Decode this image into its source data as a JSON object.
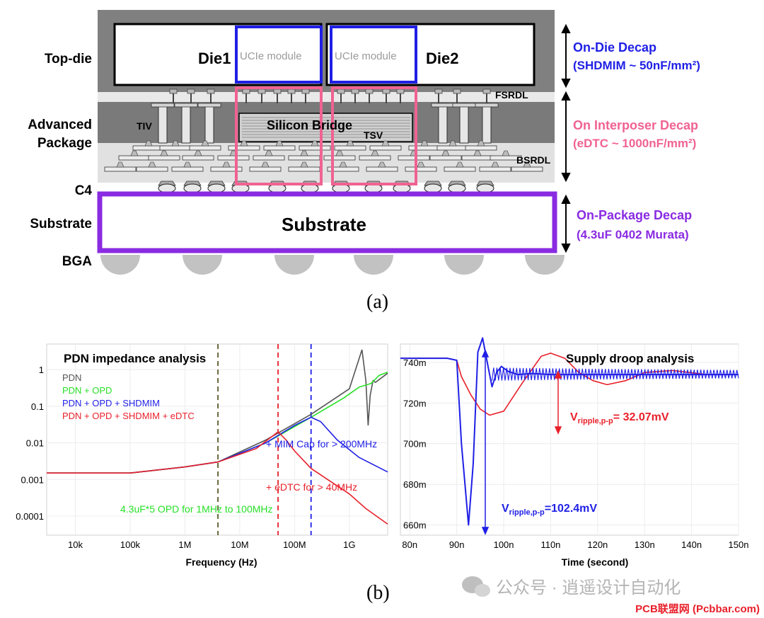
{
  "colors": {
    "blue": "#1f1fe6",
    "pink": "#f06292",
    "purple": "#8a2be2",
    "red": "#e8202a",
    "green": "#26e026",
    "olive": "#5a5a2a",
    "grey_pkg": "#7d7d7d",
    "light_pkg": "#d8d8d8"
  },
  "panel_a": {
    "caption": "(a)",
    "layers": {
      "top_die": "Top-die",
      "advanced_package": [
        "Advanced",
        "Package"
      ],
      "c4": "C4",
      "substrate": "Substrate",
      "bga": "BGA"
    },
    "die1": "Die1",
    "die2": "Die2",
    "ucie1": "UCIe module",
    "ucie2": "UCIe module",
    "silicon_bridge": "Silicon Bridge",
    "tiv": "TIV",
    "tsv": "TSV",
    "fsrdl": "FSRDL",
    "bsrdl": "BSRDL",
    "substrate_box": "Substrate",
    "decap": {
      "on_die": [
        "On-Die Decap",
        "(SHDMIM ~ 50nF/mm²)"
      ],
      "interposer": [
        "On Interposer Decap",
        "(eDTC ~ 1000nF/mm²)"
      ],
      "package": [
        "On-Package Decap",
        "(4.3uF 0402 Murata)"
      ]
    }
  },
  "panel_b": {
    "caption": "(b)",
    "watermark": "公众号 · 逍遥设计自动化",
    "site_tag": "PCB联盟网 (Pcbbar.com)"
  },
  "chart_data": [
    {
      "type": "line",
      "title": "PDN impedance analysis",
      "xlabel": "Frequency (Hz)",
      "ylabel": "",
      "xscale": "log",
      "yscale": "log",
      "xlim": [
        3000,
        5000000000
      ],
      "ylim": [
        3e-05,
        5
      ],
      "xticks": [
        "10k",
        "100k",
        "1M",
        "10M",
        "100M",
        "1G"
      ],
      "yticks": [
        "1",
        "0.1",
        "0.01",
        "0.001",
        "0.0001"
      ],
      "legend": [
        "PDN",
        "PDN + OPD",
        "PDN + OPD + SHDMIM",
        "PDN + OPD + SHDMIM + eDTC"
      ],
      "vlines": [
        {
          "x": 4000000,
          "color": "olive"
        },
        {
          "x": 50000000,
          "color": "red"
        },
        {
          "x": 200000000,
          "color": "blue"
        }
      ],
      "annotations": [
        "+ MIM Cap for > 200MHz",
        "+ eDTC for > 40MHz",
        "4.3uF*5 OPD for 1MHz to 100MHz"
      ],
      "series": [
        {
          "name": "PDN",
          "color": "#555555",
          "x": [
            3000,
            100000,
            1000000,
            4000000,
            30000000,
            200000000,
            1000000000,
            1700000000,
            2000000000,
            2200000000,
            2400000000,
            2700000000,
            3000000000,
            5000000000
          ],
          "y": [
            0.0015,
            0.0015,
            0.0022,
            0.003,
            0.012,
            0.06,
            0.3,
            3.5,
            0.5,
            0.03,
            0.2,
            0.5,
            0.45,
            0.8
          ]
        },
        {
          "name": "PDN + OPD",
          "color": "#26e026",
          "x": [
            3000,
            100000,
            1000000,
            4000000,
            30000000,
            200000000,
            800000000,
            1500000000,
            2500000000,
            2800000000,
            3500000000,
            5000000000
          ],
          "y": [
            0.0015,
            0.0015,
            0.0022,
            0.003,
            0.01,
            0.05,
            0.17,
            0.33,
            0.42,
            0.5,
            0.7,
            0.85
          ]
        },
        {
          "name": "PDN + OPD + SHDMIM",
          "color": "#1f1fe6",
          "x": [
            3000,
            100000,
            1000000,
            4000000,
            30000000,
            100000000,
            200000000,
            300000000,
            600000000,
            1500000000,
            5000000000
          ],
          "y": [
            0.0015,
            0.0015,
            0.0022,
            0.003,
            0.01,
            0.03,
            0.05,
            0.038,
            0.012,
            0.004,
            0.0016
          ]
        },
        {
          "name": "PDN + OPD + SHDMIM + eDTC",
          "color": "#e8202a",
          "x": [
            3000,
            100000,
            1000000,
            4000000,
            20000000,
            50000000,
            70000000,
            100000000,
            200000000,
            500000000,
            1000000000,
            2000000000,
            5000000000
          ],
          "y": [
            0.0015,
            0.0015,
            0.0022,
            0.003,
            0.007,
            0.02,
            0.012,
            0.006,
            0.002,
            0.0008,
            0.0004,
            0.00016,
            6e-05
          ]
        }
      ]
    },
    {
      "type": "line",
      "title": "Supply droop analysis",
      "xlabel": "Time (second)",
      "ylabel": "",
      "xlim": [
        78,
        150
      ],
      "ylim": [
        655,
        749
      ],
      "xticks": [
        "80n",
        "90n",
        "100n",
        "110n",
        "120n",
        "130n",
        "140n",
        "150n"
      ],
      "yticks": [
        "740m",
        "720m",
        "700m",
        "680m",
        "660m"
      ],
      "annotations": [
        {
          "text": "V",
          "sub": "ripple,p-p",
          "value": "= 32.07mV",
          "color": "red"
        },
        {
          "text": "V",
          "sub": "ripple,p-p",
          "value": "=102.4mV",
          "color": "blue"
        }
      ],
      "series": [
        {
          "name": "",
          "color": "#e8202a",
          "x": [
            78,
            88,
            90,
            91,
            93,
            95,
            97,
            100,
            104,
            108,
            110,
            113,
            116,
            119,
            122,
            126,
            130,
            136,
            143,
            150
          ],
          "y": [
            742,
            742,
            741,
            733,
            724,
            717,
            714,
            716,
            730,
            743,
            744.5,
            742,
            735,
            731,
            729,
            731,
            735,
            736,
            734,
            734
          ]
        },
        {
          "name": "",
          "color": "#1f1fe6",
          "x": [
            78,
            88,
            90,
            91,
            92.5,
            93.5,
            94.5,
            95.5,
            96.5,
            97.5,
            98.5,
            99.5,
            101,
            103,
            106,
            110,
            120,
            130,
            150
          ],
          "y": [
            742,
            742,
            741,
            700,
            660,
            690,
            745,
            752,
            740,
            728,
            735,
            738,
            735.5,
            734,
            734.5,
            734,
            734,
            734,
            734
          ]
        }
      ]
    }
  ]
}
